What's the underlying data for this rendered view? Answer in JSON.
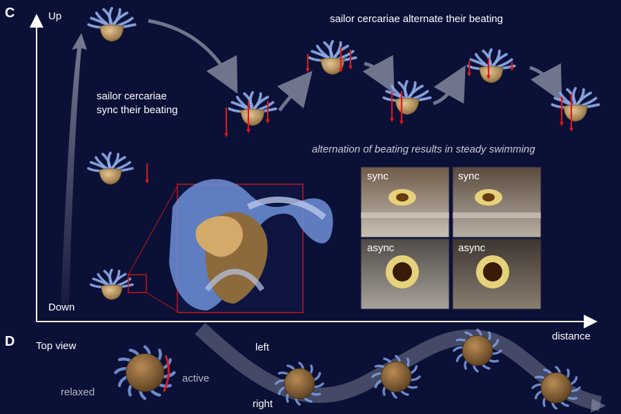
{
  "panel_c": {
    "letter": "C",
    "axis_up": "Up",
    "axis_down": "Down",
    "axis_x": "distance",
    "sync_text_line1": "sailor cercariae",
    "sync_text_line2": "sync their beating",
    "alternate_text": "sailor cercariae alternate their beating",
    "steady_text": "alternation of beating results in steady swimming",
    "photos": [
      {
        "label": "sync"
      },
      {
        "label": "sync"
      },
      {
        "label": "async"
      },
      {
        "label": "async"
      }
    ]
  },
  "panel_d": {
    "letter": "D",
    "top_view": "Top view",
    "relaxed": "relaxed",
    "active": "active",
    "left": "left",
    "right": "right"
  },
  "colors": {
    "background": "#0b1036",
    "tail_blue": "#7f9fe0",
    "body_tan": "#c9a56a",
    "beat_red": "#d8191e",
    "zoom_box": "#c4161c"
  }
}
